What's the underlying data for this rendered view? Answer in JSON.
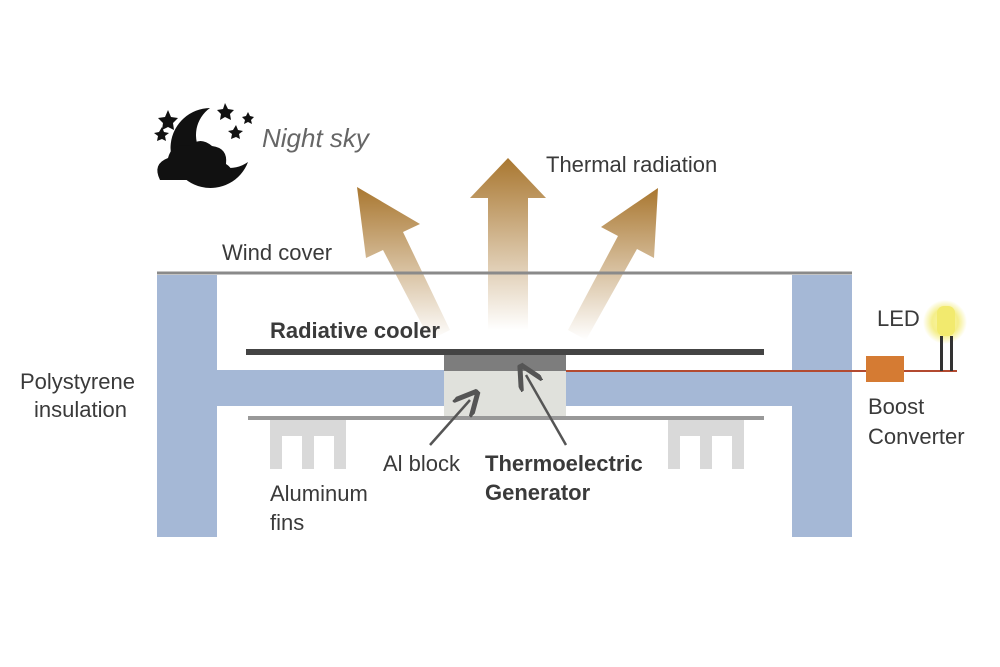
{
  "diagram": {
    "labels": {
      "night_sky": "Night sky",
      "thermal_radiation": "Thermal radiation",
      "wind_cover": "Wind cover",
      "radiative_cooler": "Radiative cooler",
      "led": "LED",
      "polystyrene_line1": "Polystyrene",
      "polystyrene_line2": "insulation",
      "boost_line1": "Boost",
      "boost_line2": "Converter",
      "al_block": "Al block",
      "teg_line1": "Thermoelectric",
      "teg_line2": "Generator",
      "fins_line1": "Aluminum",
      "fins_line2": "fins"
    },
    "colors": {
      "insulation": "#a5b8d6",
      "al_block": "#e0e1dc",
      "teg": "#7d7d7d",
      "cooler": "#444444",
      "wind_cover": "#8a8a8a",
      "fins": "#d9d9d9",
      "boost_converter": "#d57b33",
      "wire": "#b34a30",
      "arrow": "#a97730",
      "led_glow": "#f2ea6e"
    },
    "icons": {
      "night": "moon-cloud-stars-icon",
      "led": "led-icon"
    }
  }
}
